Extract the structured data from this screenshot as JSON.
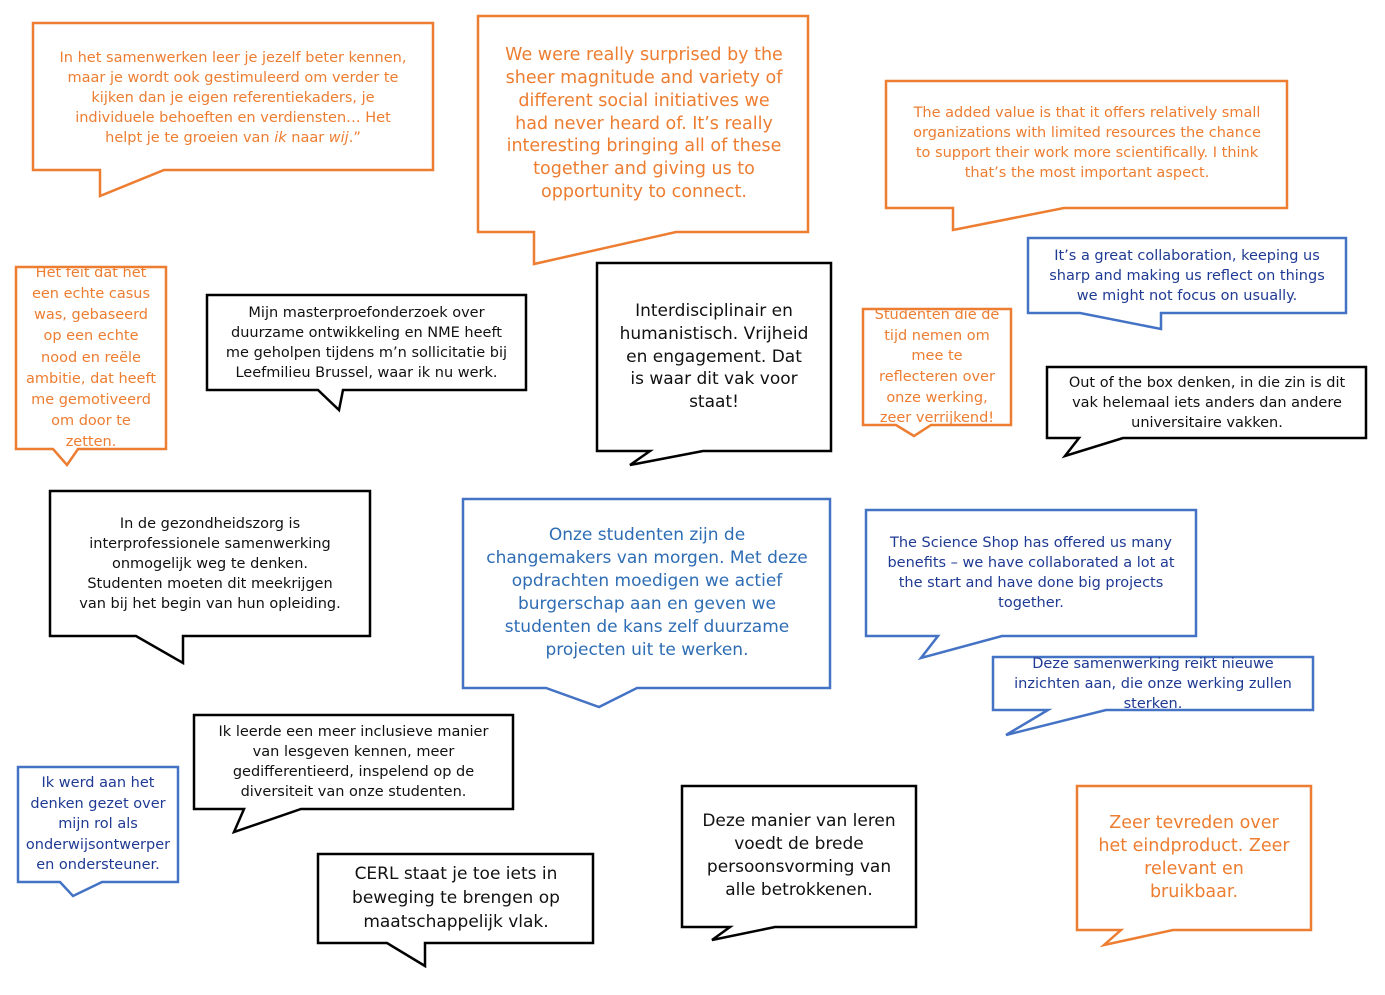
{
  "colors": {
    "orange": "#ED7D31",
    "blue": "#4472C4",
    "black": "#000000"
  },
  "quotes": [
    {
      "id": "q1",
      "color": "orange",
      "text": "In het samenwerken leer je jezelf beter kennen, maar je wordt ook gestimuleerd om verder te kijken dan je eigen referentiekaders, je individuele behoeften en verdiensten… Het helpt je te groeien van ik naar wij.”"
    },
    {
      "id": "q2",
      "color": "orange",
      "text": "We were really surprised by the sheer magnitude and variety of different social initiatives we had never heard of. It’s really interesting bringing all of these together and giving us to opportunity to connect."
    },
    {
      "id": "q3",
      "color": "orange",
      "text": "The added value is that it offers relatively small organizations with limited resources the chance to support their work more scientifically. I think that’s the most important aspect."
    },
    {
      "id": "q4",
      "color": "orange",
      "text": "Het feit dat het een echte casus was, gebaseerd op een echte nood en reële ambitie, dat heeft me gemotiveerd om door te zetten."
    },
    {
      "id": "q5",
      "color": "black",
      "text": "Mijn masterproefonderzoek over duurzame ontwikkeling en NME heeft me geholpen tijdens m’n sollicitatie bij Leefmilieu Brussel, waar ik nu werk."
    },
    {
      "id": "q6",
      "color": "black",
      "text": "Interdisciplinair en humanistisch. Vrijheid en engagement. Dat is waar dit vak voor staat!"
    },
    {
      "id": "q7",
      "color": "blue",
      "text": "It’s a great collaboration, keeping us sharp and making us reflect on things we might not focus on usually."
    },
    {
      "id": "q8",
      "color": "orange",
      "text": "Studenten die de tijd nemen om mee te reflecteren over onze werking, zeer verrijkend!"
    },
    {
      "id": "q9",
      "color": "black",
      "text": "Out of the box denken, in die zin is dit vak helemaal iets anders dan andere universitaire vakken."
    },
    {
      "id": "q10",
      "color": "black",
      "text": "In de gezondheidszorg is interprofessionele samenwerking onmogelijk weg te denken. Studenten moeten dit meekrijgen van bij het begin van hun opleiding."
    },
    {
      "id": "q11",
      "color": "blue",
      "text": "Onze studenten zijn de changemakers van morgen. Met deze opdrachten moedigen we actief burgerschap aan en geven we studenten de kans zelf duurzame projecten uit te werken."
    },
    {
      "id": "q12",
      "color": "blue",
      "text": "The Science Shop has offered us many benefits – we have collaborated a lot at the start and have done big projects together."
    },
    {
      "id": "q13",
      "color": "blue",
      "text": "Deze samenwerking reikt nieuwe inzichten aan, die onze werking zullen sterken."
    },
    {
      "id": "q14",
      "color": "black",
      "text": "Ik leerde een meer inclusieve manier van lesgeven kennen, meer gedifferentieerd, inspelend op de diversiteit van onze studenten."
    },
    {
      "id": "q15",
      "color": "blue",
      "text": "Ik werd aan het denken gezet over mijn rol als onderwijsontwerper en ondersteuner."
    },
    {
      "id": "q16",
      "color": "black",
      "text": "Deze manier van leren voedt de brede persoonsvorming van alle betrokkenen."
    },
    {
      "id": "q17",
      "color": "black",
      "text": "CERL staat je toe iets in beweging te brengen op maatschappelijk vlak."
    },
    {
      "id": "q18",
      "color": "orange",
      "text": "Zeer tevreden over het eindproduct. Zeer relevant en bruikbaar."
    }
  ]
}
